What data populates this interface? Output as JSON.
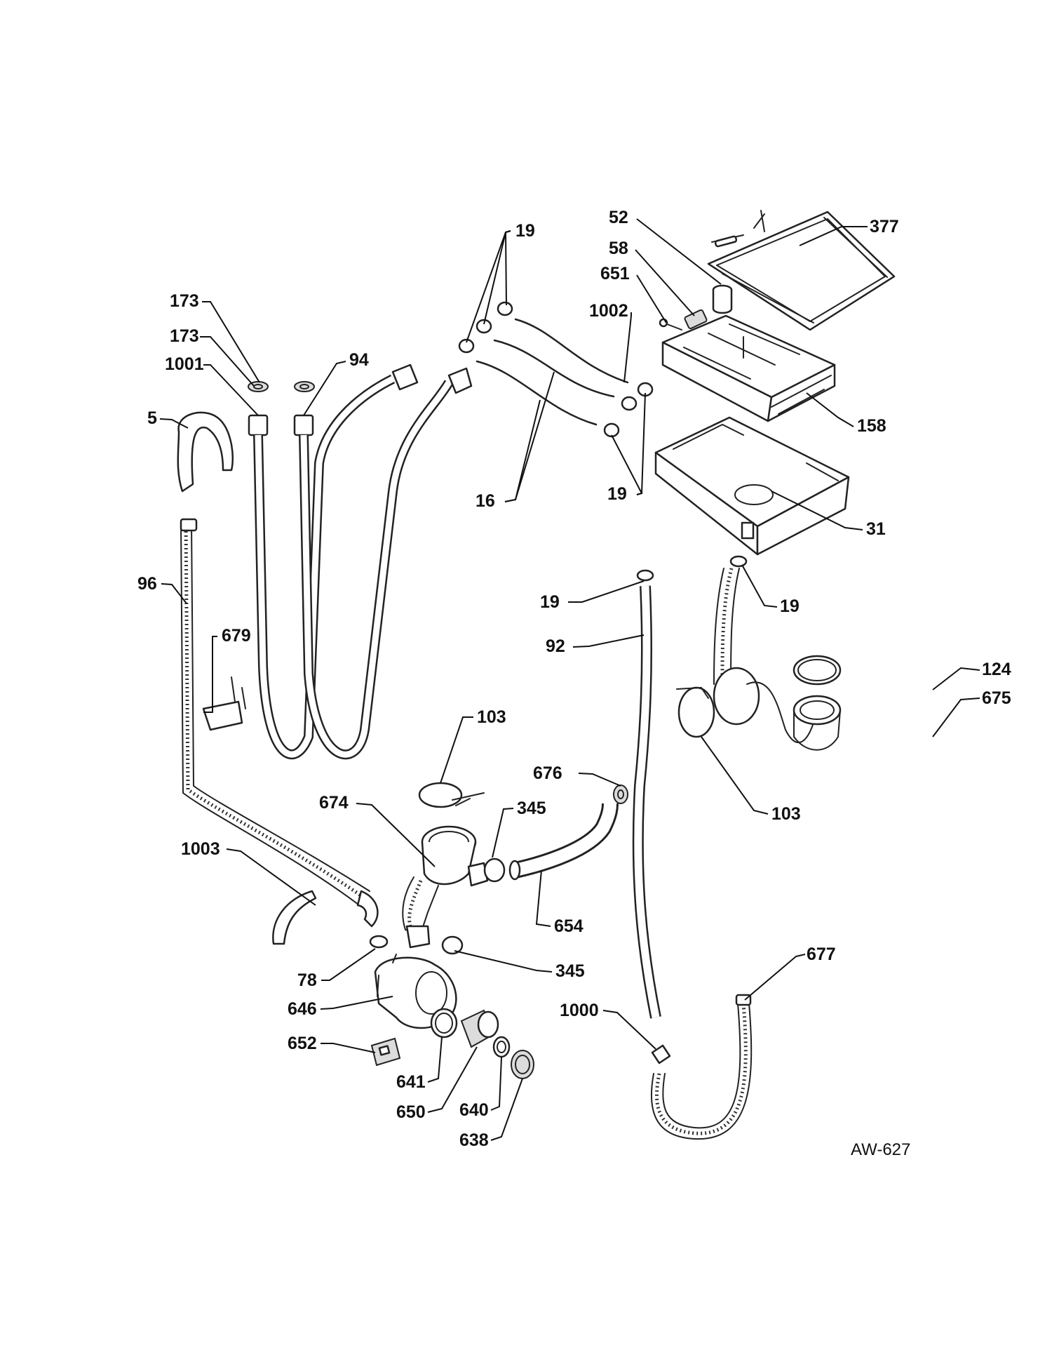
{
  "diagram": {
    "reference_code": "AW-627",
    "callouts": [
      {
        "id": "c-377",
        "text": "377"
      },
      {
        "id": "c-52",
        "text": "52"
      },
      {
        "id": "c-19a",
        "text": "19"
      },
      {
        "id": "c-58",
        "text": "58"
      },
      {
        "id": "c-651",
        "text": "651"
      },
      {
        "id": "c-1002",
        "text": "1002"
      },
      {
        "id": "c-173a",
        "text": "173"
      },
      {
        "id": "c-173b",
        "text": "173"
      },
      {
        "id": "c-1001",
        "text": "1001"
      },
      {
        "id": "c-94",
        "text": "94"
      },
      {
        "id": "c-5",
        "text": "5"
      },
      {
        "id": "c-158",
        "text": "158"
      },
      {
        "id": "c-16",
        "text": "16"
      },
      {
        "id": "c-19b",
        "text": "19"
      },
      {
        "id": "c-31",
        "text": "31"
      },
      {
        "id": "c-96",
        "text": "96"
      },
      {
        "id": "c-679",
        "text": "679"
      },
      {
        "id": "c-19c",
        "text": "19"
      },
      {
        "id": "c-19d",
        "text": "19"
      },
      {
        "id": "c-92",
        "text": "92"
      },
      {
        "id": "c-124",
        "text": "124"
      },
      {
        "id": "c-675",
        "text": "675"
      },
      {
        "id": "c-103a",
        "text": "103"
      },
      {
        "id": "c-676",
        "text": "676"
      },
      {
        "id": "c-674",
        "text": "674"
      },
      {
        "id": "c-345a",
        "text": "345"
      },
      {
        "id": "c-103b",
        "text": "103"
      },
      {
        "id": "c-1003",
        "text": "1003"
      },
      {
        "id": "c-654",
        "text": "654"
      },
      {
        "id": "c-345b",
        "text": "345"
      },
      {
        "id": "c-78",
        "text": "78"
      },
      {
        "id": "c-677",
        "text": "677"
      },
      {
        "id": "c-646",
        "text": "646"
      },
      {
        "id": "c-1000",
        "text": "1000"
      },
      {
        "id": "c-652",
        "text": "652"
      },
      {
        "id": "c-641",
        "text": "641"
      },
      {
        "id": "c-650",
        "text": "650"
      },
      {
        "id": "c-640",
        "text": "640"
      },
      {
        "id": "c-638",
        "text": "638"
      }
    ]
  }
}
